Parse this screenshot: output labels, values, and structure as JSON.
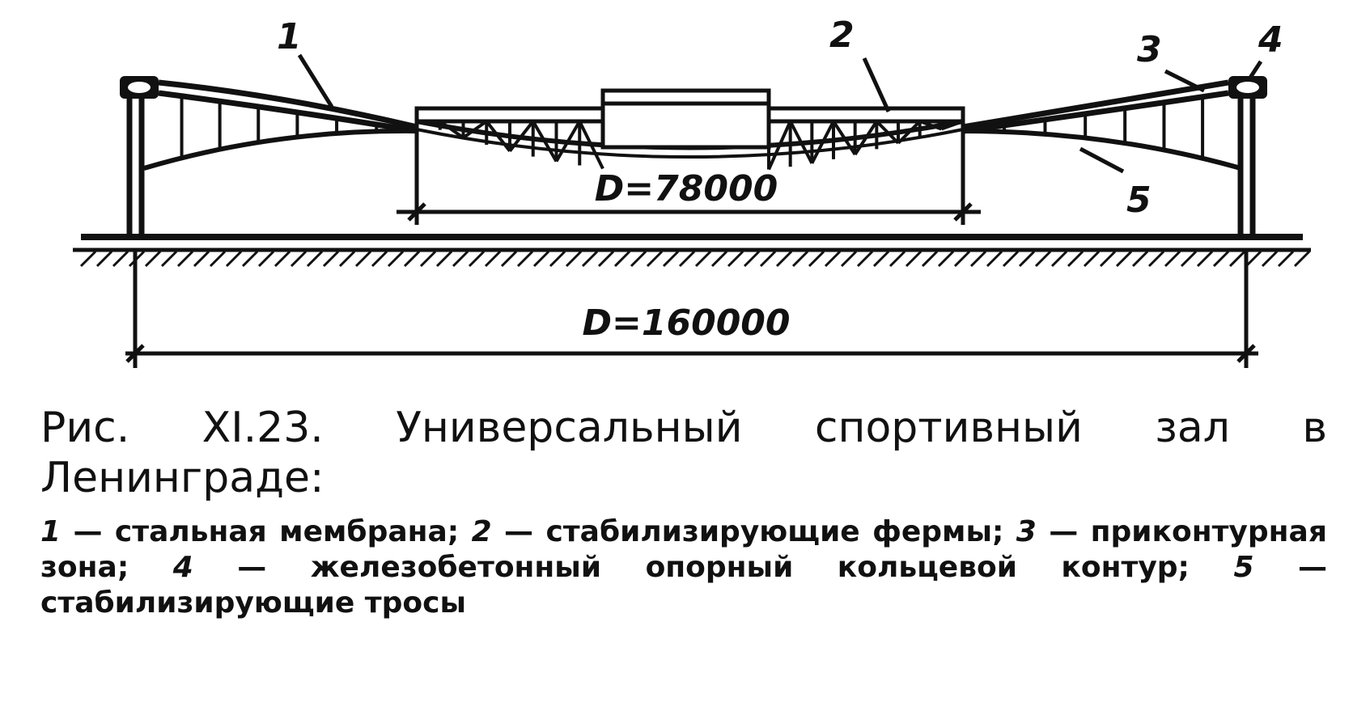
{
  "figure": {
    "callouts": [
      "1",
      "2",
      "3",
      "4",
      "5"
    ],
    "dimensions": {
      "inner_span": "D=78000",
      "outer_span": "D=160000"
    }
  },
  "caption": {
    "title": "Рис. XI.23. Универсальный спортивный зал в Ленинграде:",
    "legend": [
      {
        "num": "1",
        "sep": " — ",
        "text": "стальная мембрана; "
      },
      {
        "num": "2",
        "sep": " — ",
        "text": "стабилизирующие фермы; "
      },
      {
        "num": "3",
        "sep": " — ",
        "text": "приконтурная зона; "
      },
      {
        "num": "4",
        "sep": " — ",
        "text": "железобетонный опорный кольцевой контур; "
      },
      {
        "num": "5",
        "sep": " — ",
        "text": "стабилизирующие тросы"
      }
    ]
  }
}
